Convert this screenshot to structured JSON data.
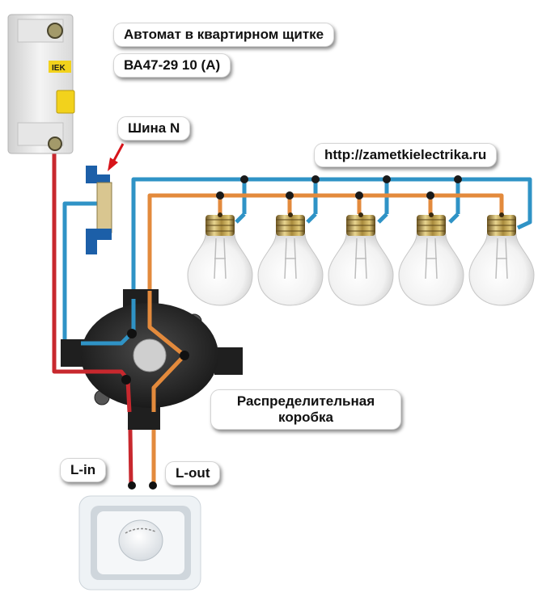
{
  "title": "Схема подключения диммера к группе ламп",
  "labels": {
    "breaker_caption": "Автомат в квартирном щитке",
    "breaker_model": "ВА47-29 10 (А)",
    "neutral_bus": "Шина N",
    "website": "http://zametkielectrika.ru",
    "junction_box_line1": "Распределительная",
    "junction_box_line2": "коробка",
    "line_in": "L-in",
    "line_out": "L-out"
  },
  "breaker": {
    "brand": "IEK"
  },
  "lamps": [
    {
      "id": 1
    },
    {
      "id": 2
    },
    {
      "id": 3
    },
    {
      "id": 4
    },
    {
      "id": 5
    }
  ],
  "colors": {
    "phase_wire": "#c8282e",
    "neutral_wire": "#2f93c6",
    "switched_wire": "#e38a3c",
    "junction_box": "#2a2a2a",
    "bus_blue": "#1c5fa8",
    "breaker_handle": "#f2d21c",
    "junction_dot": "#1a1a1a"
  },
  "components": {
    "breaker": "circuit-breaker",
    "neutral_bus": "neutral-bus-bar",
    "junction_box": "junction-box",
    "dimmer": "rotary-dimmer",
    "lamps": "incandescent-bulbs"
  }
}
